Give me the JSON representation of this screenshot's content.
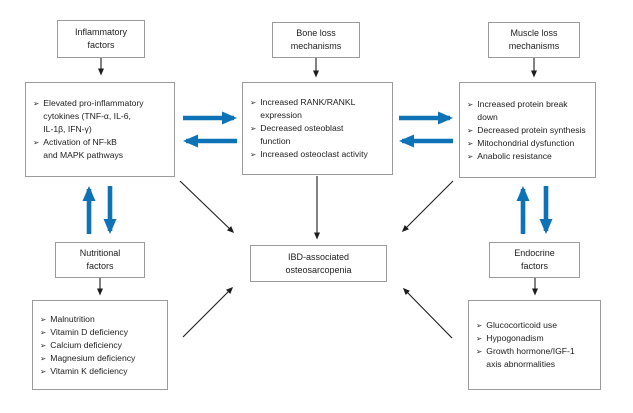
{
  "glyphs": {
    "bullet": "➢"
  },
  "colors": {
    "arrow_blue": "#0e72b7",
    "box_border": "#9b9b9b",
    "text": "#1d1d1d",
    "background": "#ffffff"
  },
  "boxes": {
    "inflammatory_label": {
      "text": "Inflammatory\nfactors"
    },
    "bone_label": {
      "text": "Bone loss\nmechanisms"
    },
    "muscle_label": {
      "text": "Muscle loss\nmechanisms"
    },
    "nutritional_label": {
      "text": "Nutritional\nfactors"
    },
    "endocrine_label": {
      "text": "Endocrine\nfactors"
    },
    "inflammatory_detail": {
      "items": [
        "Elevated pro-inflammatory\ncytokines (TNF-α, IL-6,\nIL-1β, IFN-γ)",
        "Activation of NF-kB\nand MAPK pathways"
      ]
    },
    "bone_detail": {
      "items": [
        "Increased RANK/RANKL\nexpression",
        "Decreased osteoblast\nfunction",
        "Increased osteoclast activity"
      ]
    },
    "muscle_detail": {
      "items": [
        "Increased protein break\ndown",
        "Decreased protein synthesis",
        "Mitochondrial dysfunction",
        "Anabolic resistance"
      ]
    },
    "nutritional_detail": {
      "items": [
        "Malnutrition",
        "Vitamin D deficiency",
        "Calcium deficiency",
        "Magnesium deficiency",
        "Vitamin K deficiency"
      ]
    },
    "endocrine_detail": {
      "items": [
        "Glucocorticoid use",
        "Hypogonadism",
        "Growth hormone/IGF-1\naxis abnormalities"
      ]
    },
    "center": {
      "text": "IBD-associated\nosteosarcopenia"
    }
  }
}
